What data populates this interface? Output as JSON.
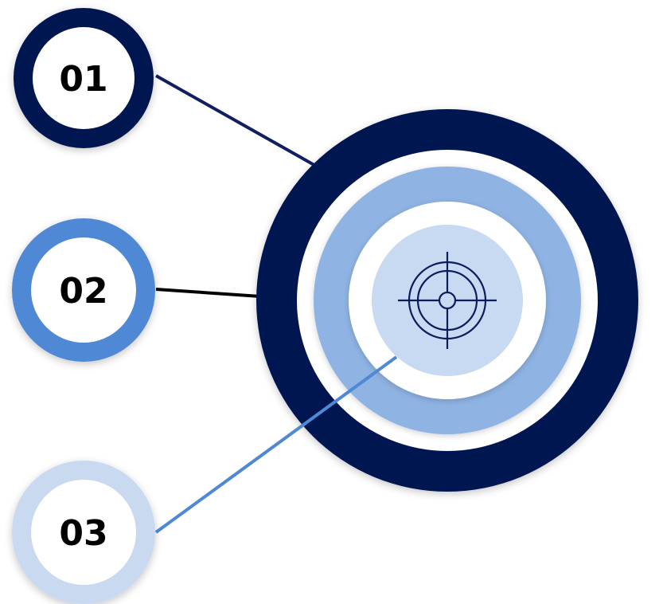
{
  "colors": {
    "navy": "#001651",
    "mid_blue": "#4f88d4",
    "soft_blue": "#8fb3e3",
    "pale_blue": "#c7daf2",
    "pale_ring": "#c9d9ef",
    "black_line": "#000000",
    "icon": "#0b1d5a"
  },
  "center": {
    "icon": "crosshair-target-icon"
  },
  "nodes": [
    {
      "label": "01",
      "ring_color": "#001651",
      "connector_color": "#0f1f60"
    },
    {
      "label": "02",
      "ring_color": "#4f88d4",
      "connector_color": "#000000"
    },
    {
      "label": "03",
      "ring_color": "#c9d9ef",
      "connector_color": "#4f88d4"
    }
  ]
}
